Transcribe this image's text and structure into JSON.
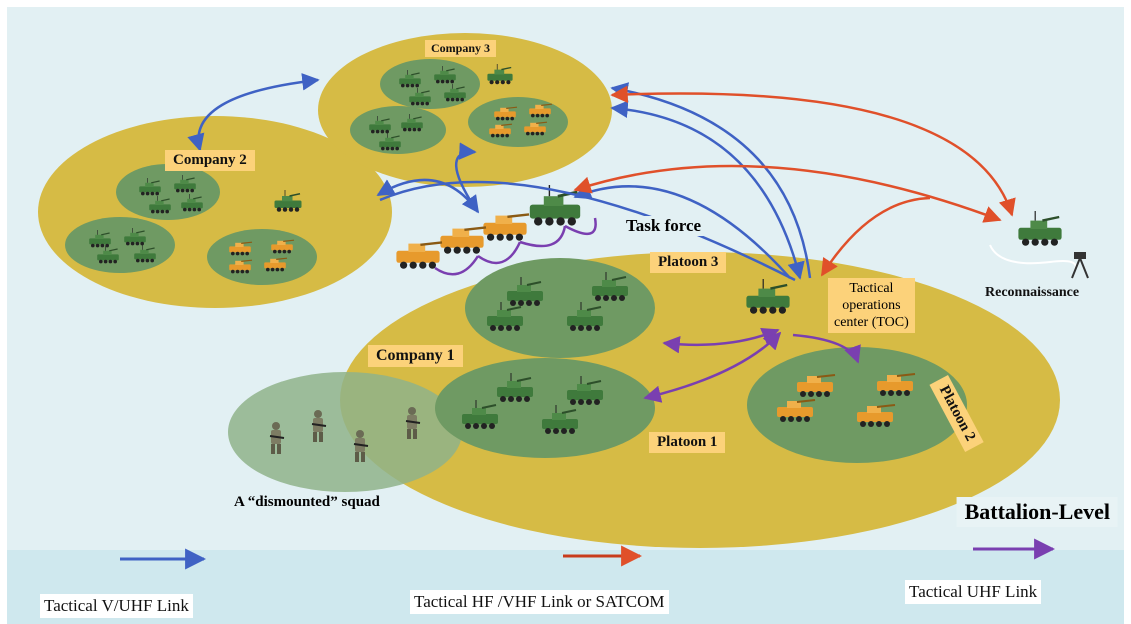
{
  "diagram": {
    "units": {
      "company_3": "Company 3",
      "company_2": "Company 2",
      "company_1": "Company 1",
      "platoon_1": "Platoon 1",
      "platoon_2": "Platoon 2",
      "platoon_3": "Platoon 3",
      "task_force": "Task force",
      "toc": "Tactical operations center (TOC)",
      "toc_line1": "Tactical",
      "toc_line2": "operations",
      "toc_line3": "center (TOC)",
      "reconnaissance": "Reconnaissance",
      "squad": "A “dismounted” squad",
      "level": "Battalion-Level"
    },
    "legend": [
      {
        "label": "Tactical V/UHF Link",
        "color": "#3f62c4"
      },
      {
        "label": "Tactical HF /VHF Link or  SATCOM",
        "color": "#c83c1c"
      },
      {
        "label": "Tactical UHF Link",
        "color": "#7a3fb0"
      }
    ],
    "colors": {
      "sky": "#e2f0f3",
      "ground": "#cfe8ee",
      "company_fill": "#d6bb45",
      "platoon_fill": "#6f9a63",
      "squad_fill": "#8fb38a",
      "vhf": "#3f62c4",
      "hf": "#e0502a",
      "uhf": "#7a3fb0",
      "vehicle_green": "#3f7a3c",
      "vehicle_orange": "#e79a2c"
    }
  }
}
